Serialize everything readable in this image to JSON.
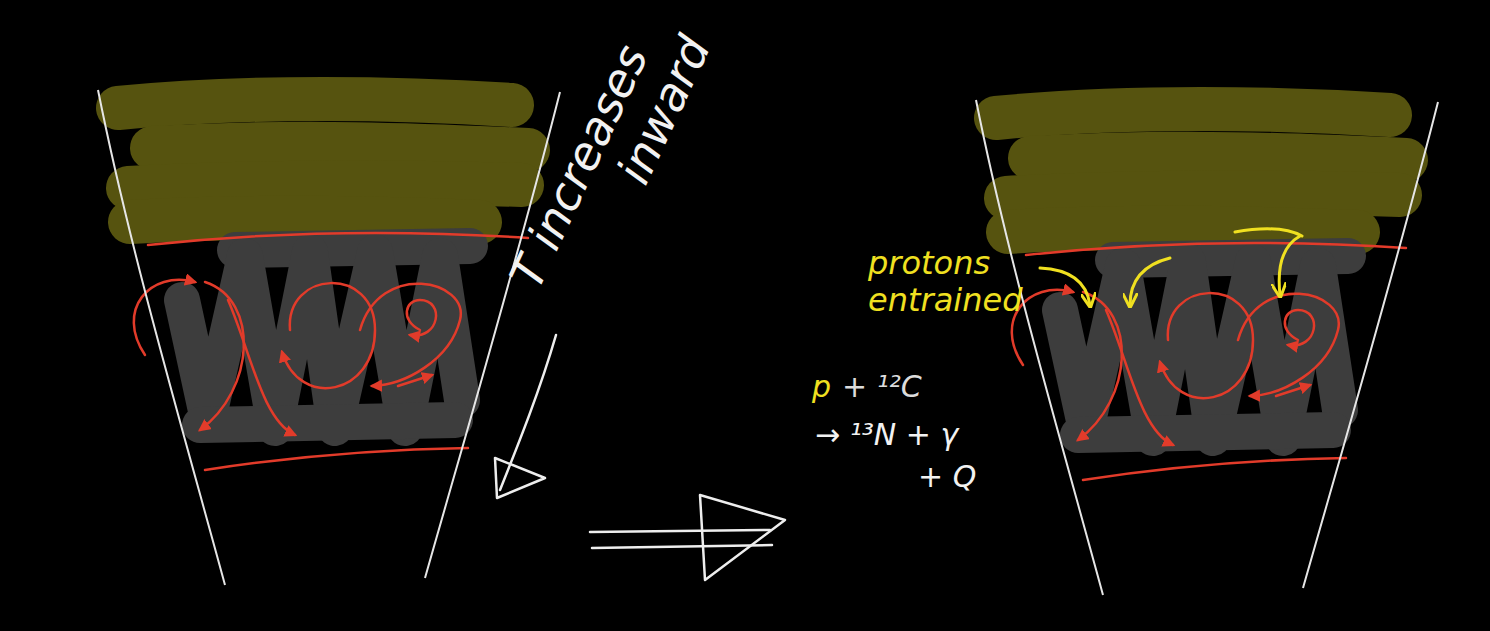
{
  "diagram": {
    "labels": [
      "T increases inward",
      "protons entrained",
      "p",
      "+ ¹²C",
      "→ ¹³N + γ",
      "+ Q"
    ]
  }
}
